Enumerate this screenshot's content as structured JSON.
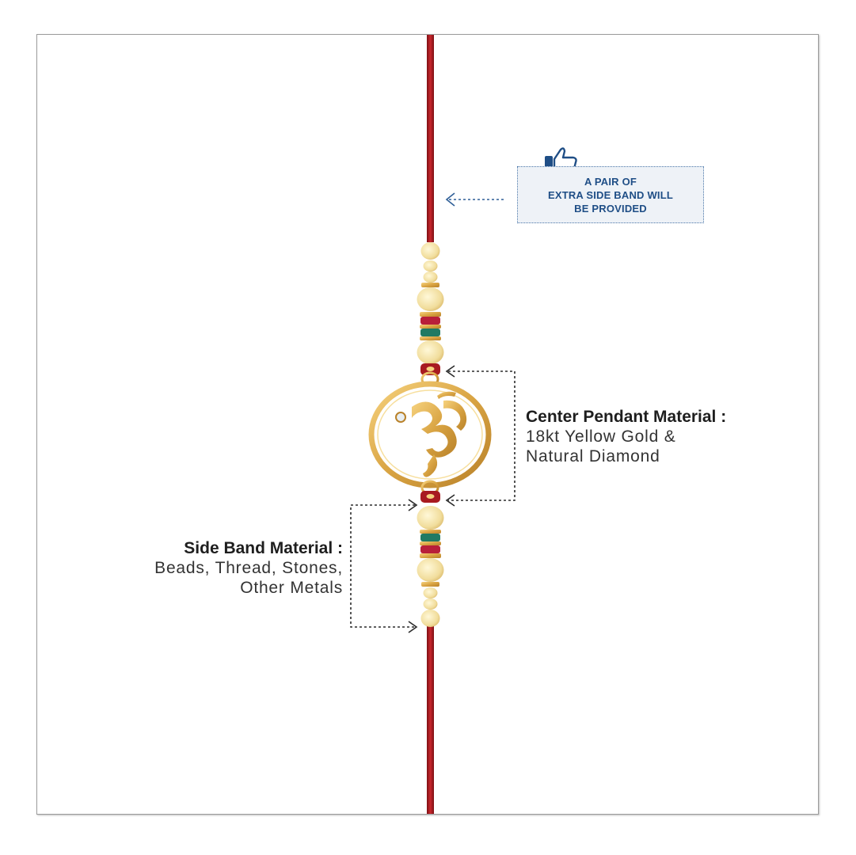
{
  "callout": {
    "lines": [
      "A PAIR OF",
      "EXTRA SIDE BAND WILL",
      "BE PROVIDED"
    ]
  },
  "center_pendant": {
    "title": "Center Pendant Material :",
    "lines": [
      "18kt Yellow Gold &",
      "Natural Diamond"
    ]
  },
  "side_band": {
    "title": "Side Band Material :",
    "lines": [
      "Beads, Thread, Stones,",
      "Other Metals"
    ]
  },
  "icons": {
    "thumbs_up": "thumbs-up-icon",
    "om": "om-symbol"
  },
  "colors": {
    "thread": "#b01e23",
    "gold": "#e2b45a",
    "bead": "#f3e3a8",
    "callout_text": "#1f4e86",
    "callout_bg": "#eef2f7",
    "arrow_blue": "#2f5f97",
    "arrow_dark": "#2b2b2b"
  }
}
